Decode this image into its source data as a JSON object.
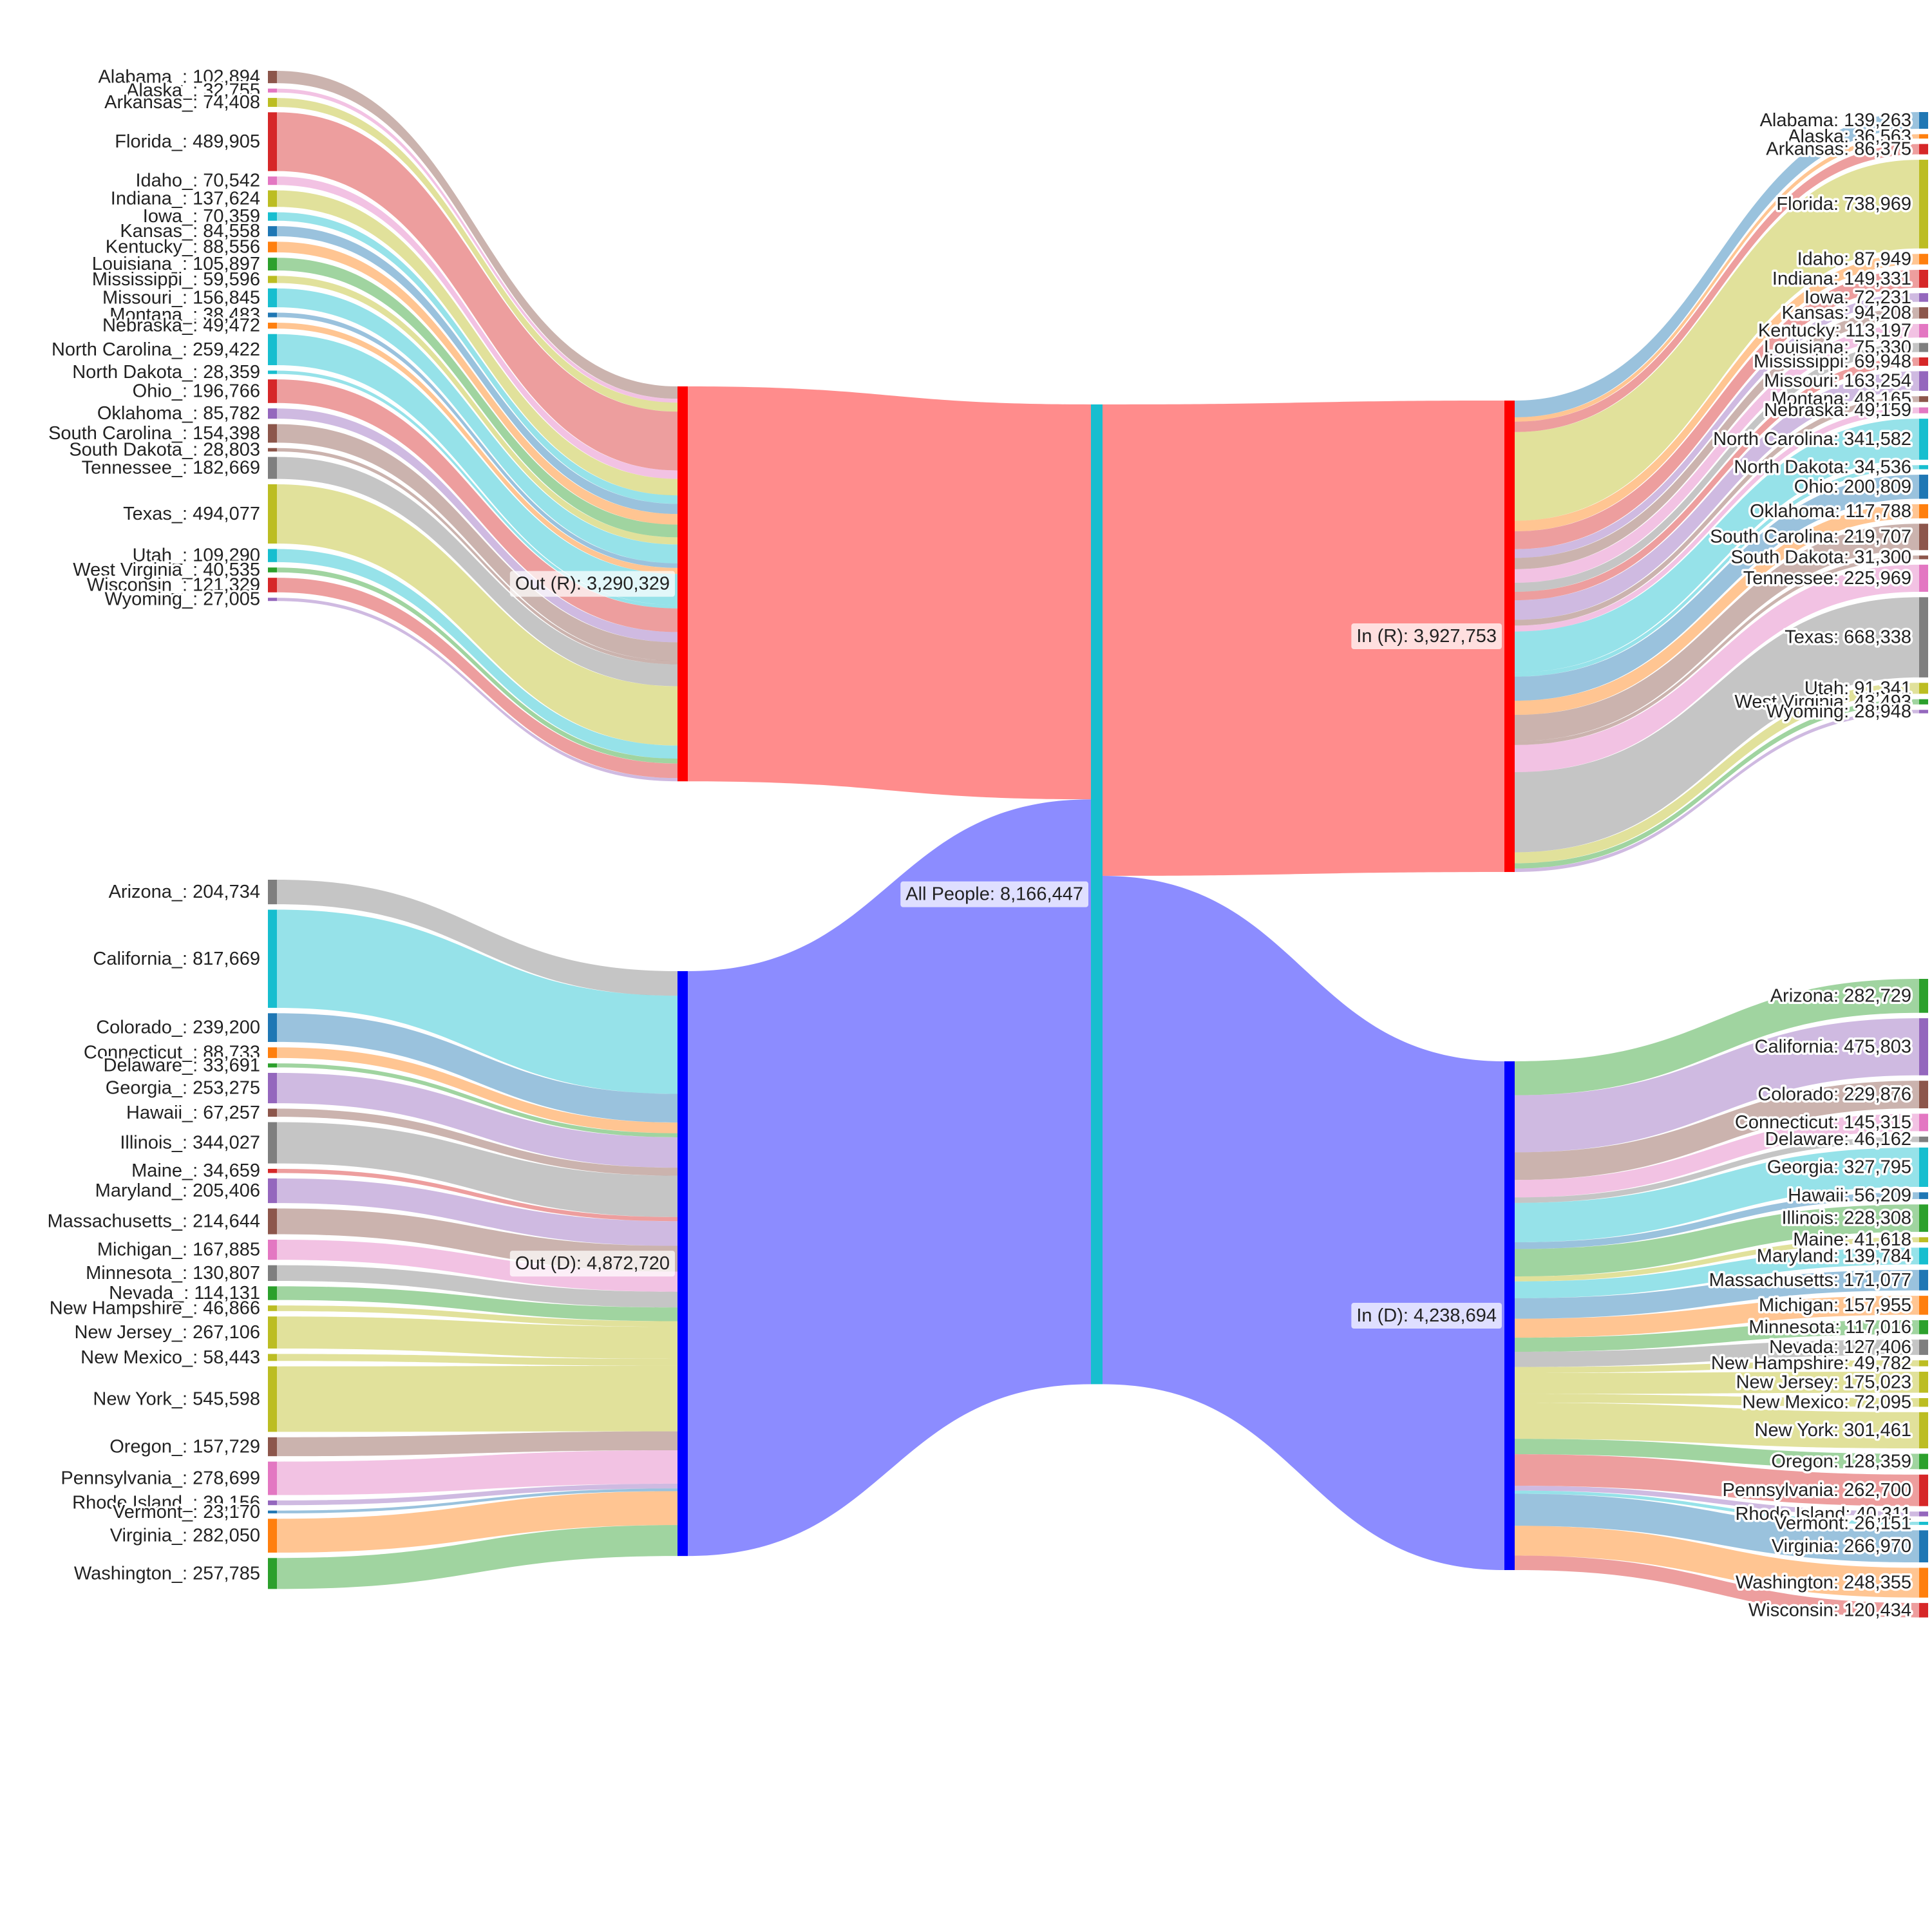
{
  "colors": {
    "party_R": "#ff0000",
    "party_D": "#0000ff",
    "all_people": "#17becf",
    "flow_R": "#ff8c8c",
    "flow_D": "#8c8cff"
  },
  "palette": [
    "#8c564b",
    "#e377c2",
    "#bcbd22",
    "#d62728",
    "#17becf",
    "#1f77b4",
    "#ff7f0e",
    "#2ca02c",
    "#9467bd",
    "#7f7f7f"
  ],
  "hubs": {
    "out_R": {
      "label": "Out (R)",
      "value": 3290329
    },
    "out_D": {
      "label": "Out (D)",
      "value": 4872720
    },
    "all": {
      "label": "All People",
      "value": 8166447
    },
    "in_R": {
      "label": "In (R)",
      "value": 3927753
    },
    "in_D": {
      "label": "In (D)",
      "value": 4238694
    }
  },
  "chart_data": {
    "type": "sankey",
    "outflows_R": [
      {
        "name": "Alabama_",
        "value": 102894,
        "color": "#8c564b"
      },
      {
        "name": "Alaska_",
        "value": 32755,
        "color": "#e377c2"
      },
      {
        "name": "Arkansas_",
        "value": 74408,
        "color": "#bcbd22"
      },
      {
        "name": "Florida_",
        "value": 489905,
        "color": "#d62728"
      },
      {
        "name": "Idaho_",
        "value": 70542,
        "color": "#e377c2"
      },
      {
        "name": "Indiana_",
        "value": 137624,
        "color": "#bcbd22"
      },
      {
        "name": "Iowa_",
        "value": 70359,
        "color": "#17becf"
      },
      {
        "name": "Kansas_",
        "value": 84558,
        "color": "#1f77b4"
      },
      {
        "name": "Kentucky_",
        "value": 88556,
        "color": "#ff7f0e"
      },
      {
        "name": "Louisiana_",
        "value": 105897,
        "color": "#2ca02c"
      },
      {
        "name": "Mississippi_",
        "value": 59596,
        "color": "#bcbd22"
      },
      {
        "name": "Missouri_",
        "value": 156845,
        "color": "#17becf"
      },
      {
        "name": "Montana_",
        "value": 38483,
        "color": "#1f77b4"
      },
      {
        "name": "Nebraska_",
        "value": 49472,
        "color": "#ff7f0e"
      },
      {
        "name": "North Carolina_",
        "value": 259422,
        "color": "#17becf"
      },
      {
        "name": "North Dakota_",
        "value": 28359,
        "color": "#17becf"
      },
      {
        "name": "Ohio_",
        "value": 196766,
        "color": "#d62728"
      },
      {
        "name": "Oklahoma_",
        "value": 85782,
        "color": "#9467bd"
      },
      {
        "name": "South Carolina_",
        "value": 154398,
        "color": "#8c564b"
      },
      {
        "name": "South Dakota_",
        "value": 28803,
        "color": "#8c564b"
      },
      {
        "name": "Tennessee_",
        "value": 182669,
        "color": "#7f7f7f"
      },
      {
        "name": "Texas_",
        "value": 494077,
        "color": "#bcbd22"
      },
      {
        "name": "Utah_",
        "value": 109290,
        "color": "#17becf"
      },
      {
        "name": "West Virginia_",
        "value": 40535,
        "color": "#2ca02c"
      },
      {
        "name": "Wisconsin_",
        "value": 121329,
        "color": "#d62728"
      },
      {
        "name": "Wyoming_",
        "value": 27005,
        "color": "#9467bd"
      }
    ],
    "outflows_D": [
      {
        "name": "Arizona_",
        "value": 204734,
        "color": "#7f7f7f"
      },
      {
        "name": "California_",
        "value": 817669,
        "color": "#17becf"
      },
      {
        "name": "Colorado_",
        "value": 239200,
        "color": "#1f77b4"
      },
      {
        "name": "Connecticut_",
        "value": 88733,
        "color": "#ff7f0e"
      },
      {
        "name": "Delaware_",
        "value": 33691,
        "color": "#2ca02c"
      },
      {
        "name": "Georgia_",
        "value": 253275,
        "color": "#9467bd"
      },
      {
        "name": "Hawaii_",
        "value": 67257,
        "color": "#8c564b"
      },
      {
        "name": "Illinois_",
        "value": 344027,
        "color": "#7f7f7f"
      },
      {
        "name": "Maine_",
        "value": 34659,
        "color": "#d62728"
      },
      {
        "name": "Maryland_",
        "value": 205406,
        "color": "#9467bd"
      },
      {
        "name": "Massachusetts_",
        "value": 214644,
        "color": "#8c564b"
      },
      {
        "name": "Michigan_",
        "value": 167885,
        "color": "#e377c2"
      },
      {
        "name": "Minnesota_",
        "value": 130807,
        "color": "#7f7f7f"
      },
      {
        "name": "Nevada_",
        "value": 114131,
        "color": "#2ca02c"
      },
      {
        "name": "New Hampshire_",
        "value": 46866,
        "color": "#bcbd22"
      },
      {
        "name": "New Jersey_",
        "value": 267106,
        "color": "#bcbd22"
      },
      {
        "name": "New Mexico_",
        "value": 58443,
        "color": "#bcbd22"
      },
      {
        "name": "New York_",
        "value": 545598,
        "color": "#bcbd22"
      },
      {
        "name": "Oregon_",
        "value": 157729,
        "color": "#8c564b"
      },
      {
        "name": "Pennsylvania_",
        "value": 278699,
        "color": "#e377c2"
      },
      {
        "name": "Rhode Island_",
        "value": 39156,
        "color": "#9467bd"
      },
      {
        "name": "Vermont_",
        "value": 23170,
        "color": "#1f77b4"
      },
      {
        "name": "Virginia_",
        "value": 282050,
        "color": "#ff7f0e"
      },
      {
        "name": "Washington_",
        "value": 257785,
        "color": "#2ca02c"
      }
    ],
    "inflows_R": [
      {
        "name": "Alabama",
        "value": 139263,
        "color": "#1f77b4"
      },
      {
        "name": "Alaska",
        "value": 36563,
        "color": "#ff7f0e"
      },
      {
        "name": "Arkansas",
        "value": 86375,
        "color": "#d62728"
      },
      {
        "name": "Florida",
        "value": 738969,
        "color": "#bcbd22"
      },
      {
        "name": "Idaho",
        "value": 87949,
        "color": "#ff7f0e"
      },
      {
        "name": "Indiana",
        "value": 149331,
        "color": "#d62728"
      },
      {
        "name": "Iowa",
        "value": 72231,
        "color": "#9467bd"
      },
      {
        "name": "Kansas",
        "value": 94208,
        "color": "#8c564b"
      },
      {
        "name": "Kentucky",
        "value": 113197,
        "color": "#e377c2"
      },
      {
        "name": "Louisiana",
        "value": 75330,
        "color": "#7f7f7f"
      },
      {
        "name": "Mississippi",
        "value": 69948,
        "color": "#d62728"
      },
      {
        "name": "Missouri",
        "value": 163254,
        "color": "#9467bd"
      },
      {
        "name": "Montana",
        "value": 48165,
        "color": "#8c564b"
      },
      {
        "name": "Nebraska",
        "value": 49159,
        "color": "#e377c2"
      },
      {
        "name": "North Carolina",
        "value": 341582,
        "color": "#17becf"
      },
      {
        "name": "North Dakota",
        "value": 34536,
        "color": "#17becf"
      },
      {
        "name": "Ohio",
        "value": 200809,
        "color": "#1f77b4"
      },
      {
        "name": "Oklahoma",
        "value": 117788,
        "color": "#ff7f0e"
      },
      {
        "name": "South Carolina",
        "value": 219707,
        "color": "#8c564b"
      },
      {
        "name": "South Dakota",
        "value": 31300,
        "color": "#8c564b"
      },
      {
        "name": "Tennessee",
        "value": 225969,
        "color": "#e377c2"
      },
      {
        "name": "Texas",
        "value": 668338,
        "color": "#7f7f7f"
      },
      {
        "name": "Utah",
        "value": 91341,
        "color": "#bcbd22"
      },
      {
        "name": "West Virginia",
        "value": 43493,
        "color": "#2ca02c"
      },
      {
        "name": "Wyoming",
        "value": 28948,
        "color": "#9467bd"
      }
    ],
    "inflows_D": [
      {
        "name": "Arizona",
        "value": 282729,
        "color": "#2ca02c"
      },
      {
        "name": "California",
        "value": 475803,
        "color": "#9467bd"
      },
      {
        "name": "Colorado",
        "value": 229876,
        "color": "#8c564b"
      },
      {
        "name": "Connecticut",
        "value": 145315,
        "color": "#e377c2"
      },
      {
        "name": "Delaware",
        "value": 46162,
        "color": "#7f7f7f"
      },
      {
        "name": "Georgia",
        "value": 327795,
        "color": "#17becf"
      },
      {
        "name": "Hawaii",
        "value": 56209,
        "color": "#1f77b4"
      },
      {
        "name": "Illinois",
        "value": 228308,
        "color": "#2ca02c"
      },
      {
        "name": "Maine",
        "value": 41618,
        "color": "#bcbd22"
      },
      {
        "name": "Maryland",
        "value": 139784,
        "color": "#17becf"
      },
      {
        "name": "Massachusetts",
        "value": 171077,
        "color": "#1f77b4"
      },
      {
        "name": "Michigan",
        "value": 157955,
        "color": "#ff7f0e"
      },
      {
        "name": "Minnesota",
        "value": 117016,
        "color": "#2ca02c"
      },
      {
        "name": "Nevada",
        "value": 127406,
        "color": "#7f7f7f"
      },
      {
        "name": "New Hampshire",
        "value": 49782,
        "color": "#bcbd22"
      },
      {
        "name": "New Jersey",
        "value": 175023,
        "color": "#bcbd22"
      },
      {
        "name": "New Mexico",
        "value": 72095,
        "color": "#bcbd22"
      },
      {
        "name": "New York",
        "value": 301461,
        "color": "#bcbd22"
      },
      {
        "name": "Oregon",
        "value": 128359,
        "color": "#2ca02c"
      },
      {
        "name": "Pennsylvania",
        "value": 262700,
        "color": "#d62728"
      },
      {
        "name": "Rhode Island",
        "value": 40311,
        "color": "#9467bd"
      },
      {
        "name": "Vermont",
        "value": 26151,
        "color": "#17becf"
      },
      {
        "name": "Virginia",
        "value": 266970,
        "color": "#1f77b4"
      },
      {
        "name": "Washington",
        "value": 248355,
        "color": "#ff7f0e"
      },
      {
        "name": "Wisconsin",
        "value": 120434,
        "color": "#d62728"
      }
    ]
  }
}
